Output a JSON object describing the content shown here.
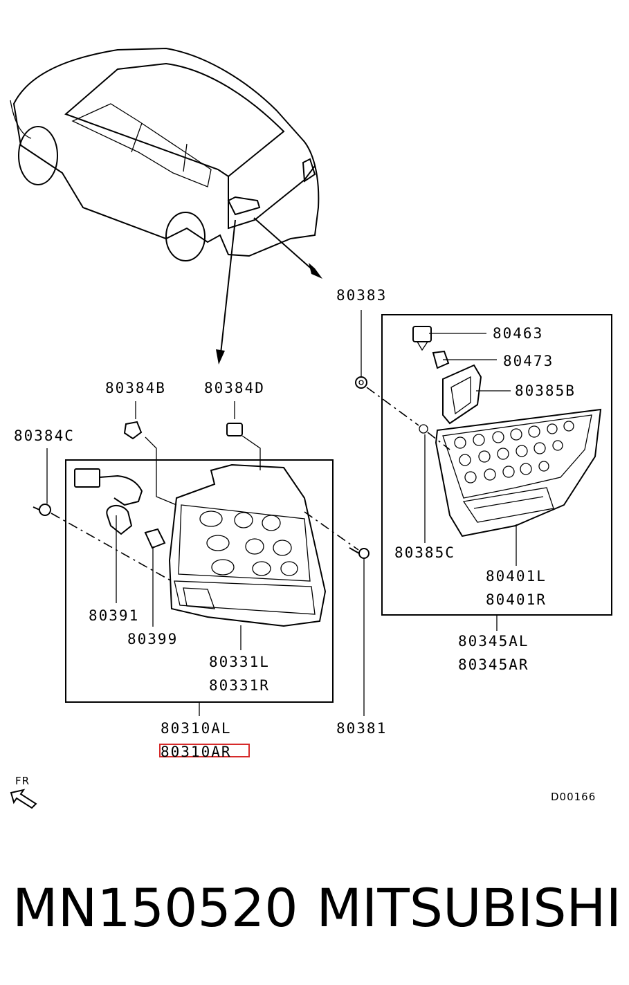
{
  "diagram": {
    "labels": {
      "p80383": "80383",
      "p80463": "80463",
      "p80473": "80473",
      "p80385b": "80385B",
      "p80385c": "80385C",
      "p80401l": "80401L",
      "p80401r": "80401R",
      "p80345al": "80345AL",
      "p80345ar": "80345AR",
      "p80384b": "80384B",
      "p80384d": "80384D",
      "p80384c": "80384C",
      "p80391": "80391",
      "p80399": "80399",
      "p80331l": "80331L",
      "p80331r": "80331R",
      "p80310al": "80310AL",
      "p80310ar": "80310AR",
      "p80381": "80381"
    },
    "direction_label": "FR",
    "figure_code": "D00166",
    "highlight_color": "#d62a2a"
  },
  "footer": {
    "part_number": "MN150520",
    "brand": "MITSUBISHI"
  }
}
